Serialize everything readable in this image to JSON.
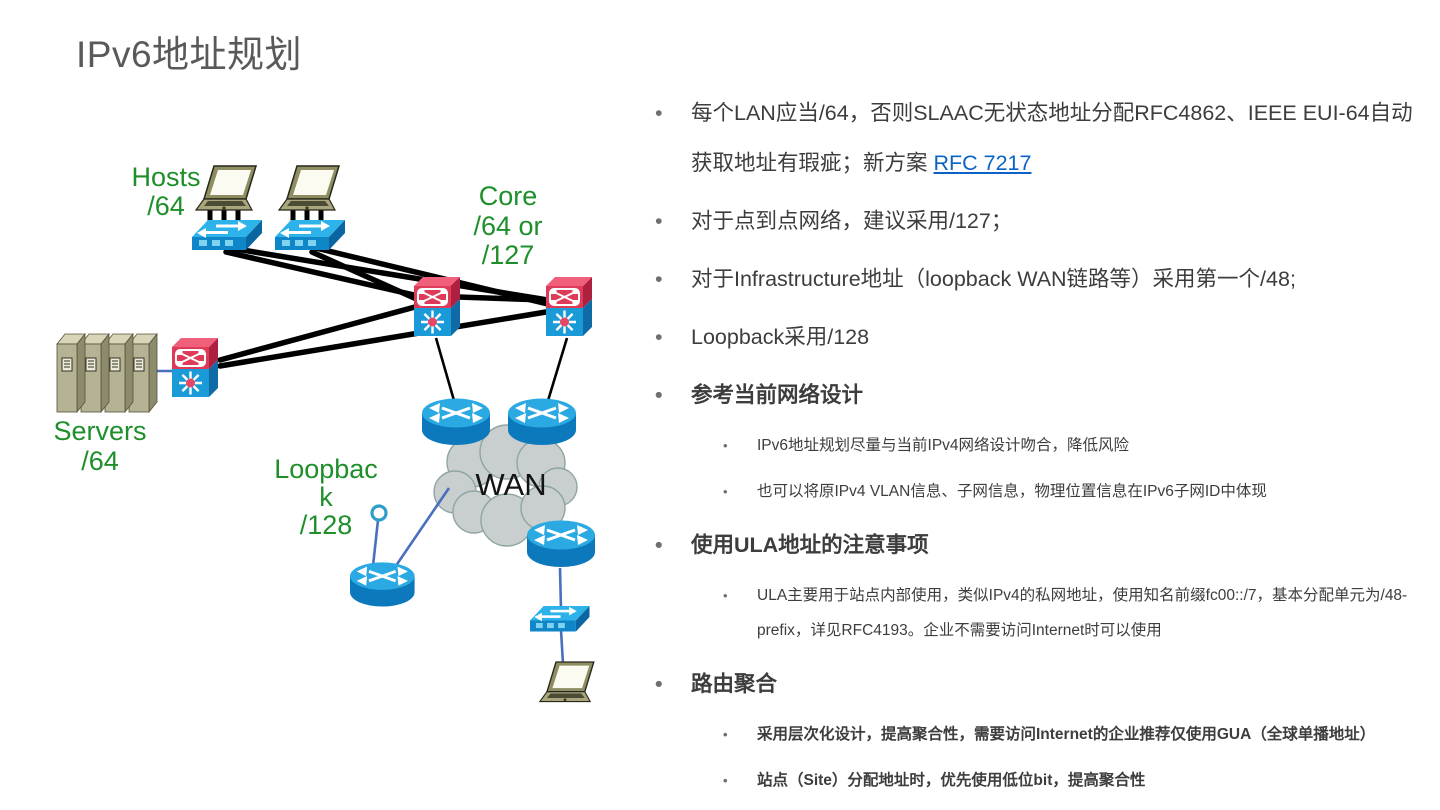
{
  "slide": {
    "title": "IPv6地址规划"
  },
  "colors": {
    "title_gray": "#595959",
    "body_text": "#3d3d3d",
    "label_green": "#1e8f2a",
    "link_blue": "#0b63c5",
    "device_blue": "#1b9ad8",
    "device_red": "#dd3b57",
    "cloud_gray": "#c8cfce",
    "link_line_black": "#000000",
    "link_line_blue": "#4a6fbe"
  },
  "diagram": {
    "labels": {
      "hosts": [
        "Hosts",
        "/64"
      ],
      "core": [
        "Core",
        "/64 or",
        "/127"
      ],
      "servers": [
        "Servers",
        "/64"
      ],
      "loopback": [
        "Loopbac",
        "k",
        "/128"
      ],
      "wan": "WAN"
    },
    "devices": [
      "host-laptop",
      "access-switch",
      "core-multilayer-switch",
      "server-stack",
      "server-multilayer-switch",
      "wan-router",
      "loopback-router",
      "branch-router",
      "branch-switch",
      "branch-laptop",
      "loopback-lollipop",
      "wan-cloud"
    ]
  },
  "content": {
    "bullets": [
      {
        "level": 1,
        "text": "每个LAN应当/64，否则SLAAC无状态地址分配RFC4862、IEEE EUI-64自动获取地址有瑕疵；新方案 ",
        "link": "RFC 7217"
      },
      {
        "level": 1,
        "text": "对于点到点网络，建议采用/127；"
      },
      {
        "level": 1,
        "text": "对于Infrastructure地址（loopback WAN链路等）采用第一个/48;"
      },
      {
        "level": 1,
        "text": "Loopback采用/128"
      },
      {
        "level": 1,
        "bold": true,
        "text": "参考当前网络设计"
      },
      {
        "level": 2,
        "text": "IPv6地址规划尽量与当前IPv4网络设计吻合，降低风险"
      },
      {
        "level": 2,
        "text": "也可以将原IPv4 VLAN信息、子网信息，物理位置信息在IPv6子网ID中体现"
      },
      {
        "level": 1,
        "bold": true,
        "text": "使用ULA地址的注意事项"
      },
      {
        "level": 2,
        "text": "ULA主要用于站点内部使用，类似IPv4的私网地址，使用知名前缀fc00::/7，基本分配单元为/48-prefix，详见RFC4193。企业不需要访问Internet时可以使用"
      },
      {
        "level": 1,
        "bold": true,
        "text": "路由聚合"
      },
      {
        "level": 2,
        "bold": true,
        "text": "采用层次化设计，提高聚合性，需要访问Internet的企业推荐仅使用GUA（全球单播地址）"
      },
      {
        "level": 2,
        "bold": true,
        "text": "站点（Site）分配地址时，优先使用低位bit，提高聚合性"
      }
    ]
  }
}
